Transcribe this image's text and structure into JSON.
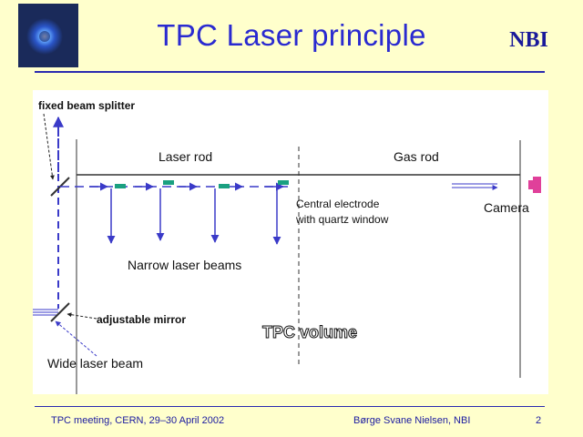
{
  "slide": {
    "title": "TPC Laser principle",
    "logo_text": "NBI"
  },
  "diagram": {
    "labels": {
      "fixed_beam_splitter": "fixed beam splitter",
      "laser_rod": "Laser rod",
      "gas_rod": "Gas rod",
      "central_electrode_line1": "Central electrode",
      "central_electrode_line2": "with quartz window",
      "camera": "Camera",
      "narrow_laser_beams": "Narrow laser beams",
      "adjustable_mirror": "adjustable mirror",
      "tpc_volume": "TPC volume",
      "wide_laser_beam": "Wide laser beam"
    }
  },
  "footer": {
    "meeting": "TPC meeting, CERN, 29–30 April 2002",
    "author": "Børge Svane Nielsen, NBI",
    "page": "2"
  },
  "colors": {
    "background": "#ffffcc",
    "title": "#2a2ad0",
    "beam": "#3a3ac8",
    "mirror_marker": "#1aa080",
    "camera": "#e0409a"
  }
}
